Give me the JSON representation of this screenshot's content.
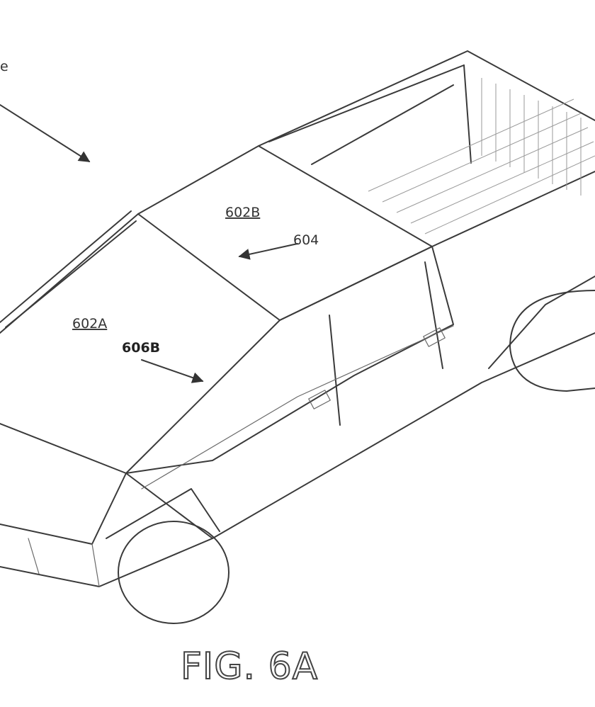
{
  "figure": {
    "title": "FIG. 6A",
    "edge_label": "e",
    "labels": {
      "panel_front": "602A",
      "panel_rear": "602B",
      "seam": "604",
      "edge": "606B"
    }
  }
}
